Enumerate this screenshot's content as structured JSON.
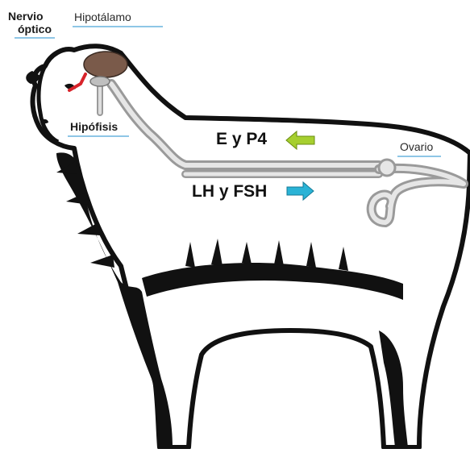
{
  "labels": {
    "nervio_optico_line1": "Nervio",
    "nervio_optico_line2": "óptico",
    "hipotalamo": "Hipotálamo",
    "hipofisis": "Hipófisis",
    "ovario": "Ovario",
    "hormones_ovary": "E y P4",
    "hormones_pituitary": "LH y FSH"
  },
  "arrows": {
    "ovary_to_brain_direction": "left",
    "pituitary_to_ovary_direction": "right"
  },
  "colors": {
    "label_underline": "#8ec6e6",
    "optic_nerve": "#d8232a",
    "hypothalamus": "#7a5a4a",
    "pituitary": "#bfbfbf",
    "vessel": "#d9d9d9",
    "ovary_arrow": "#a6cf2f",
    "pituitary_arrow": "#2ab3d6",
    "sheep_outline": "#111111"
  }
}
